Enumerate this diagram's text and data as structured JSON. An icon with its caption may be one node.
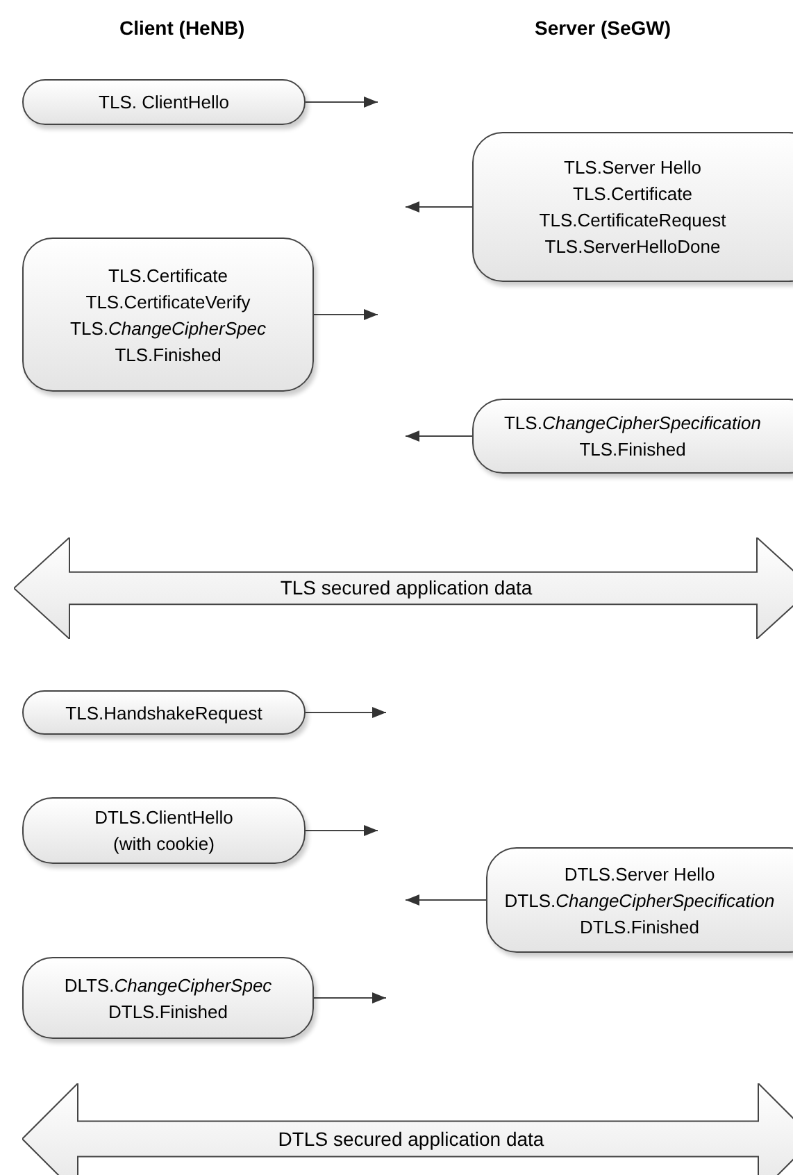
{
  "diagram": {
    "nodes": [
      {
        "text": [
          "TLS. ClientHello"
        ]
      },
      {
        "text": [
          "TLS.Server Hello",
          "TLS.Certificate",
          "TLS.CertificateRequest",
          "TLS.ServerHelloDone"
        ]
      },
      {
        "text": [
          "TLS.Certificate",
          "TLS.CertificateVerify",
          "TLS.*ChangeCipherSpec*",
          "TLS.Finished"
        ]
      },
      {
        "text": [
          "TLS.*ChangeCipherSpecification*",
          "TLS.Finished"
        ]
      },
      {
        "text": [
          "TLS secured application data"
        ]
      },
      {
        "text": [
          "TLS.HandshakeRequest"
        ]
      },
      {
        "text": [
          "DTLS.ClientHello",
          "(with cookie)"
        ]
      },
      {
        "text": [
          "DTLS.Server Hello",
          "DTLS.*ChangeCipherSpecification*",
          "DTLS.Finished"
        ]
      },
      {
        "text": [
          "DLTS.*ChangeCipherSpec*",
          "DTLS.Finished"
        ]
      },
      {
        "text": [
          "DTLS secured application data"
        ]
      }
    ],
    "edges": [
      {
        "from": 0,
        "to": null,
        "arrow": "to"
      },
      {
        "from": 1,
        "to": null,
        "arrow": "to"
      },
      {
        "from": 2,
        "to": null,
        "arrow": "to"
      },
      {
        "from": 3,
        "to": null,
        "arrow": "to"
      },
      {
        "from": 5,
        "to": null,
        "arrow": "to"
      },
      {
        "from": 6,
        "to": null,
        "arrow": "to"
      },
      {
        "from": 7,
        "to": null,
        "arrow": "to"
      },
      {
        "from": 8,
        "to": null,
        "arrow": "to"
      }
    ],
    "labels": [
      "Client (HeNB)",
      "Server (SeGW)"
    ]
  }
}
